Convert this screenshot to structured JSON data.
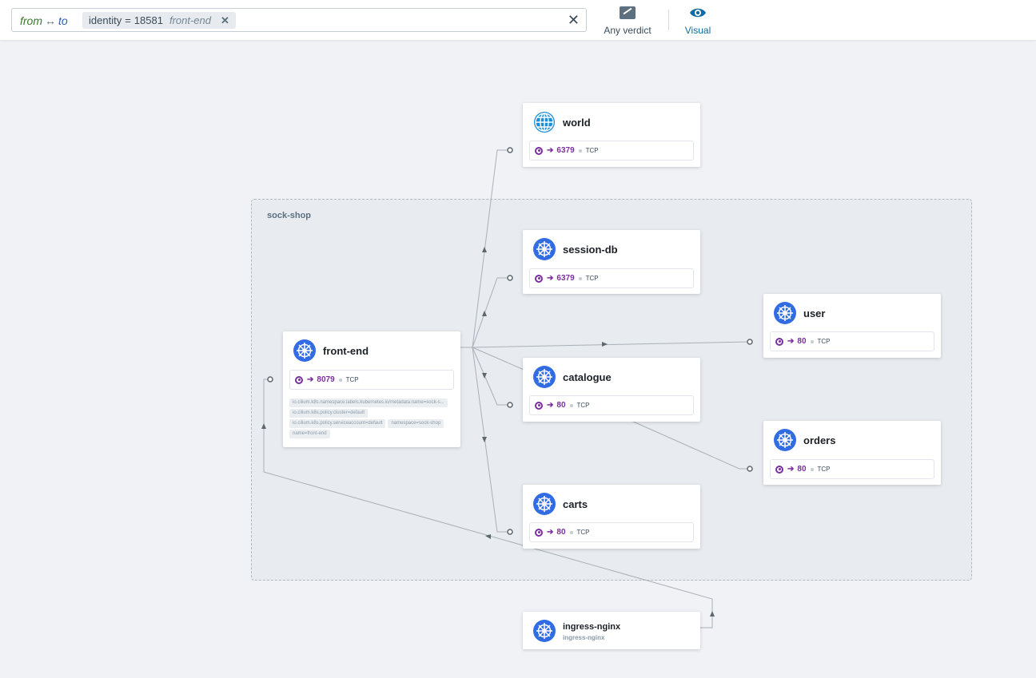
{
  "filter": {
    "direction_from": "from",
    "direction_arrow": "↔",
    "direction_to": "to",
    "tag_key": "identity",
    "tag_operator": "=",
    "tag_value": "18581",
    "tag_label": "front-end",
    "tag_close": "✕",
    "clear": "✕"
  },
  "toolbar": {
    "verdict_label": "Any verdict",
    "visual_label": "Visual"
  },
  "namespace": {
    "name": "sock-shop"
  },
  "nodes": {
    "world": {
      "title": "world",
      "port": "6379",
      "proto": "TCP",
      "icon": "globe-icon"
    },
    "session_db": {
      "title": "session-db",
      "port": "6379",
      "proto": "TCP",
      "icon": "kubernetes-icon"
    },
    "front_end": {
      "title": "front-end",
      "port": "8079",
      "proto": "TCP",
      "icon": "kubernetes-icon",
      "labels": [
        "io.cilium.k8s.namespace.labels.kubernetes.io/metadata.name=sock-s...",
        "io.cilium.k8s.policy.cluster=default",
        "io.cilium.k8s.policy.serviceaccount=default",
        "namespace=sock-shop",
        "name=front-end"
      ]
    },
    "user": {
      "title": "user",
      "port": "80",
      "proto": "TCP",
      "icon": "kubernetes-icon"
    },
    "catalogue": {
      "title": "catalogue",
      "port": "80",
      "proto": "TCP",
      "icon": "kubernetes-icon"
    },
    "orders": {
      "title": "orders",
      "port": "80",
      "proto": "TCP",
      "icon": "kubernetes-icon"
    },
    "carts": {
      "title": "carts",
      "port": "80",
      "proto": "TCP",
      "icon": "kubernetes-icon"
    },
    "ingress_nginx": {
      "title": "ingress-nginx",
      "subtitle": "ingress-nginx",
      "icon": "kubernetes-icon"
    }
  },
  "colors": {
    "accent": "#106ba3",
    "port": "#7b2f9e",
    "k8s": "#326ce5",
    "globe": "#1a8fd6"
  }
}
